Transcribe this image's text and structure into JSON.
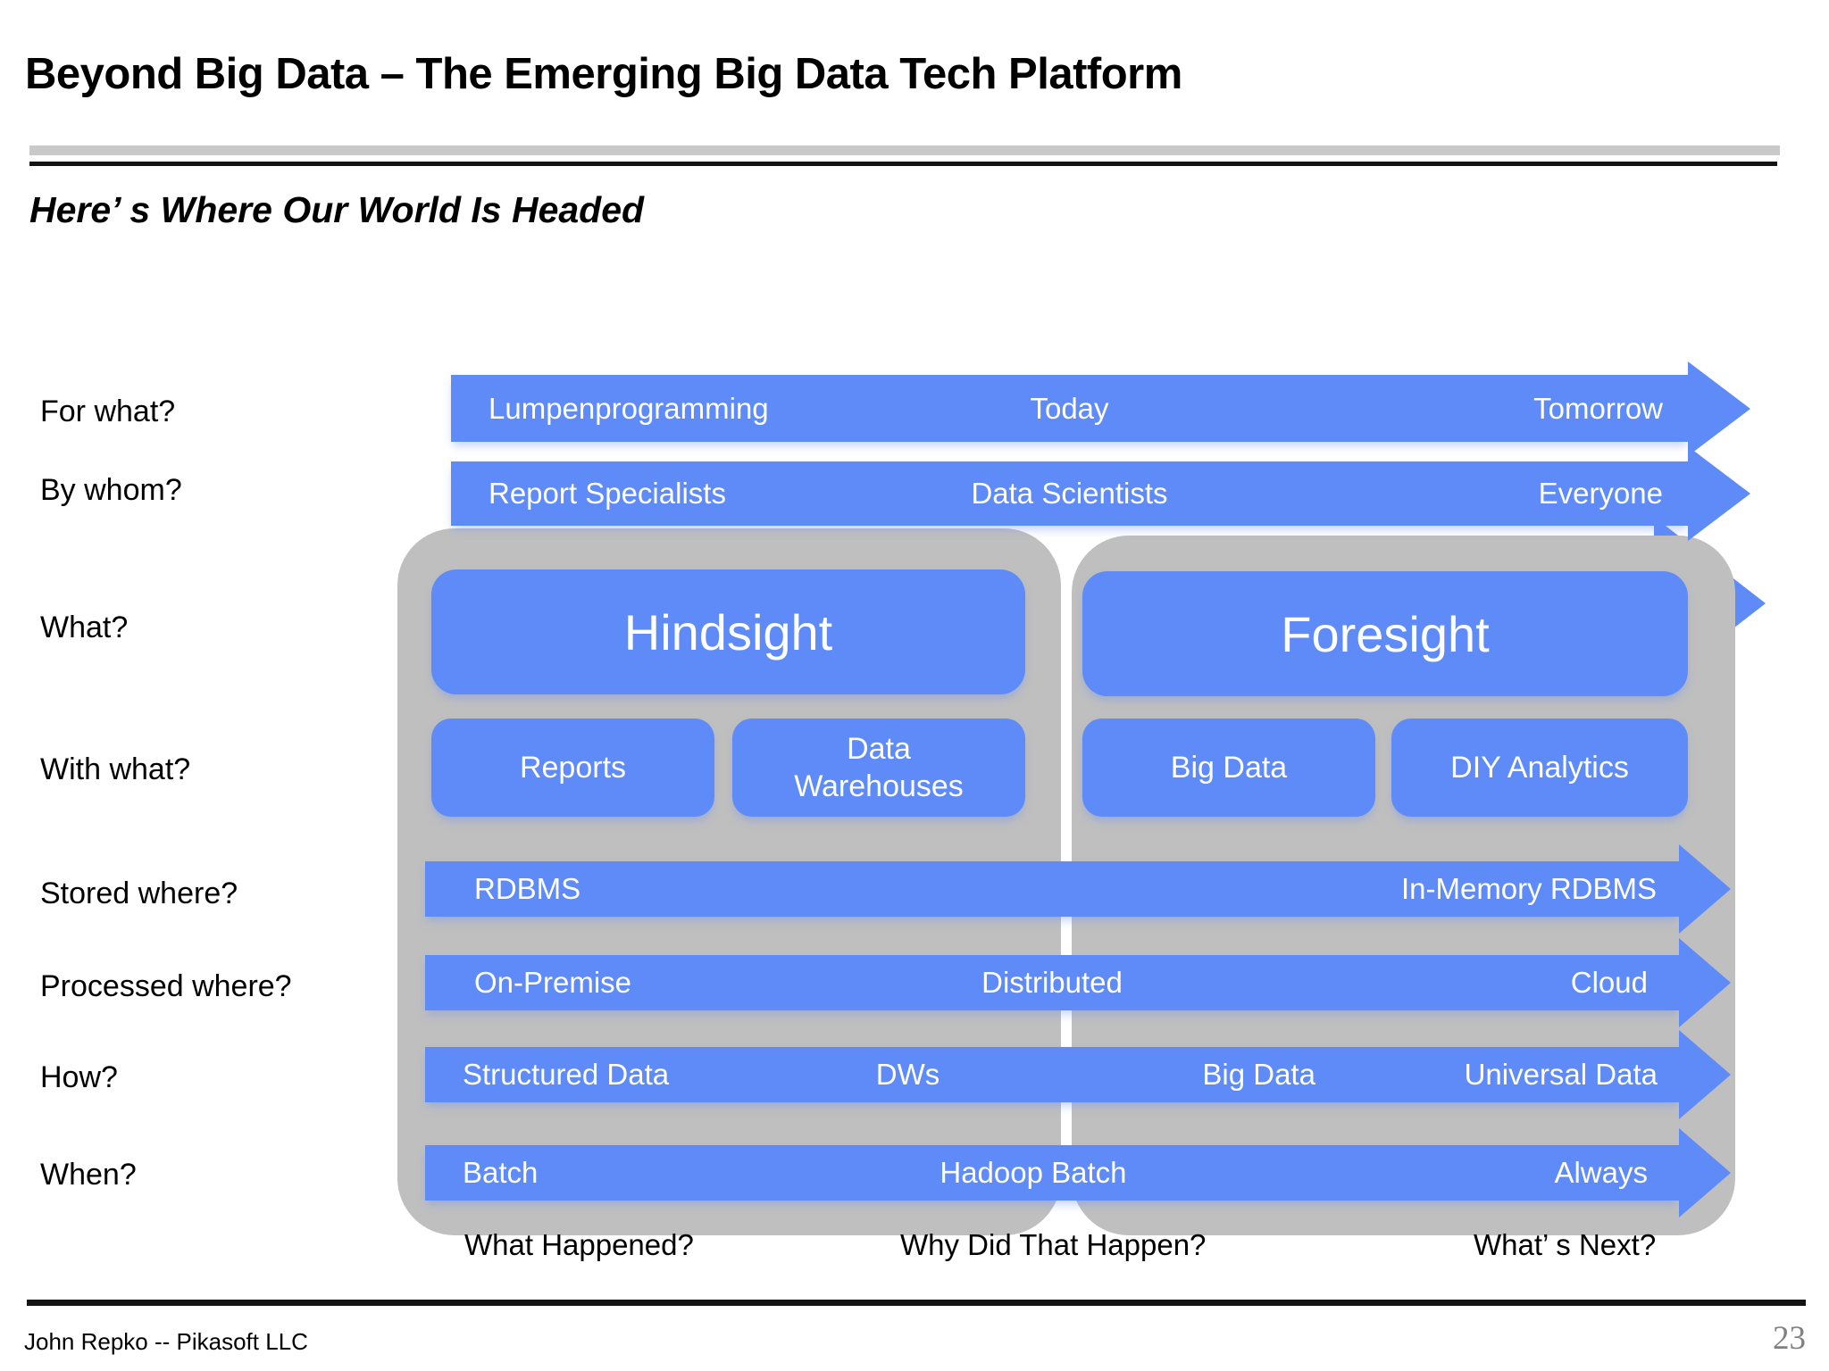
{
  "slide": {
    "title": "Beyond Big Data – The Emerging Big Data Tech Platform",
    "subtitle": "Here’ s Where Our World Is Headed",
    "footer": "John Repko -- Pikasoft LLC",
    "page_number": "23"
  },
  "questions": [
    "For what?",
    "By whom?",
    "What?",
    "With what?",
    "Stored where?",
    "Processed where?",
    "How?",
    "When?"
  ],
  "arrow_rows": {
    "for_what": [
      "Lumpenprogramming",
      "Today",
      "Tomorrow"
    ],
    "by_whom": [
      "Report Specialists",
      "Data Scientists",
      "Everyone"
    ],
    "stored_where": [
      "RDBMS",
      "In-Memory RDBMS"
    ],
    "processed_where": [
      "On-Premise",
      "Distributed",
      "Cloud"
    ],
    "how": [
      "Structured Data",
      "DWs",
      "Big Data",
      "Universal Data"
    ],
    "when": [
      "Batch",
      "Hadoop Batch",
      "Always"
    ]
  },
  "panels": {
    "hindsight": {
      "title": "Hindsight",
      "boxes": [
        "Reports",
        "Data Warehouses"
      ]
    },
    "foresight": {
      "title": "Foresight",
      "boxes": [
        "Big Data",
        "DIY Analytics"
      ]
    }
  },
  "captions": [
    "What Happened?",
    "Why Did That Happen?",
    "What’ s Next?"
  ],
  "colors": {
    "accent_blue": "#5E8BF7",
    "container_gray": "#BFBFBF",
    "divider_gray": "#C9C9C9",
    "page_number_gray": "#808080"
  }
}
